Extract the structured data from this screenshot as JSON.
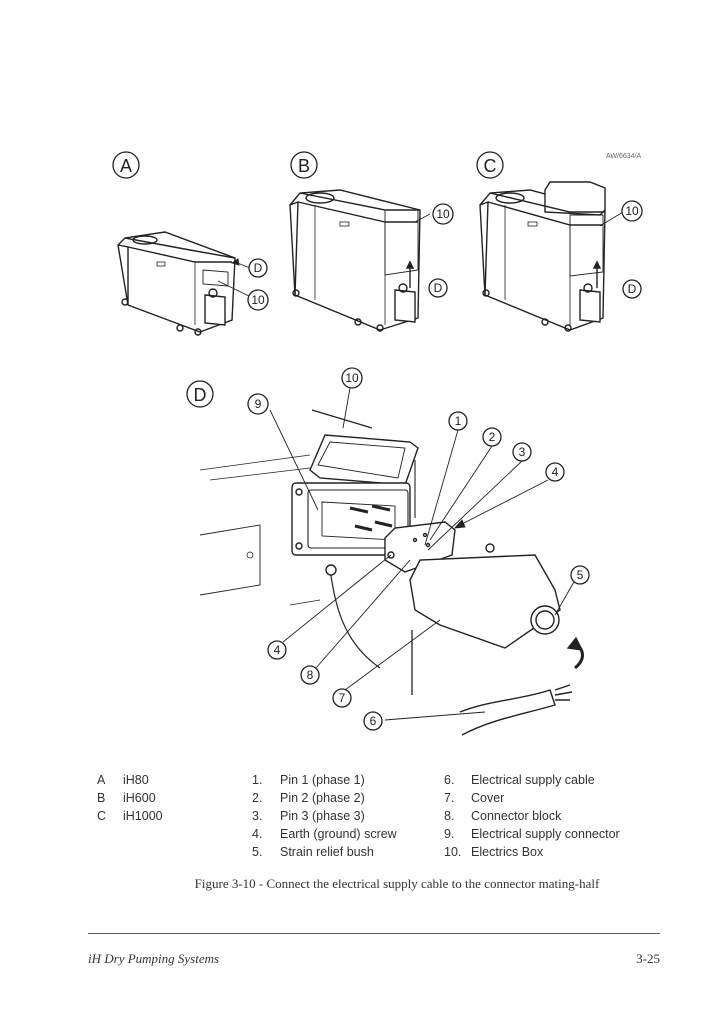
{
  "figure": {
    "reference_code": "AW/6634/A",
    "views": [
      {
        "id": "A",
        "label": "A"
      },
      {
        "id": "B",
        "label": "B"
      },
      {
        "id": "C",
        "label": "C"
      },
      {
        "id": "D",
        "label": "D"
      }
    ],
    "callouts": {
      "c1": "1",
      "c2": "2",
      "c3": "3",
      "c4a": "4",
      "c4b": "4",
      "c5": "5",
      "c6": "6",
      "c7": "7",
      "c8": "8",
      "c9": "9",
      "c10": "10",
      "a10": "10",
      "aD": "D",
      "b10": "10",
      "bD": "D",
      "c10top": "10",
      "cD": "D"
    }
  },
  "legend": {
    "models": [
      {
        "key": "A",
        "value": "iH80"
      },
      {
        "key": "B",
        "value": "iH600"
      },
      {
        "key": "C",
        "value": "iH1000"
      }
    ],
    "parts_col1": [
      {
        "key": "1.",
        "value": "Pin 1 (phase 1)"
      },
      {
        "key": "2.",
        "value": "Pin 2 (phase 2)"
      },
      {
        "key": "3.",
        "value": "Pin 3 (phase 3)"
      },
      {
        "key": "4.",
        "value": "Earth (ground) screw"
      },
      {
        "key": "5.",
        "value": "Strain relief bush"
      }
    ],
    "parts_col2": [
      {
        "key": "6.",
        "value": "Electrical supply cable"
      },
      {
        "key": "7.",
        "value": "Cover"
      },
      {
        "key": "8.",
        "value": "Connector block"
      },
      {
        "key": "9.",
        "value": "Electrical supply connector"
      },
      {
        "key": "10.",
        "value": "Electrics Box"
      }
    ]
  },
  "caption": "Figure 3-10 - Connect the electrical supply cable to the connector mating-half",
  "footer": {
    "title": "iH Dry Pumping Systems",
    "page_number": "3-25"
  }
}
